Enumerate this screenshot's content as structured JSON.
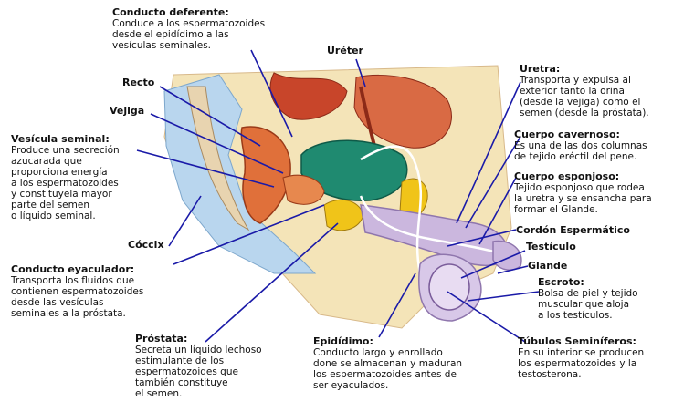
{
  "labels": {
    "conducto_deferente": {
      "title": "Conducto deferente:",
      "desc": "Conduce a los espermatozoides\ndesde el epidídimo a las\nvesículas seminales."
    },
    "ureter": {
      "title": "Uréter"
    },
    "recto": {
      "title": "Recto"
    },
    "vejiga": {
      "title": "Vejiga"
    },
    "vesicula_seminal": {
      "title": "Vesícula seminal:",
      "desc": "Produce una secreción\nazucarada que\nproporciona energía\na los espermatozoides\ny constituyela mayor\nparte del semen\no líquido seminal."
    },
    "coccix": {
      "title": "Cóccix"
    },
    "conducto_eyaculador": {
      "title": "Conducto eyaculador:",
      "desc": "Transporta los fluidos que\ncontienen espermatozoides\ndesde las vesículas\nseminales a la próstata."
    },
    "prostata": {
      "title": "Próstata:",
      "desc": "Secreta un líquido lechoso\nestimulante de los\nespermatozoides que\ntambién constituye\nel semen."
    },
    "epididimo": {
      "title": "Epidídimo:",
      "desc": "Conducto largo y enrollado\ndone se almacenan y maduran\nlos espermatozoides antes de\nser eyaculados."
    },
    "uretra": {
      "title": "Uretra:",
      "desc": "Transporta y expulsa al\nexterior tanto la orina\n(desde la vejiga) como el\nsemen (desde la próstata)."
    },
    "cuerpo_cavernoso": {
      "title": "Cuerpo cavernoso:",
      "desc": "Es una de las dos columnas\nde tejido eréctil del pene."
    },
    "cuerpo_esponjoso": {
      "title": "Cuerpo esponjoso:",
      "desc": "Tejido esponjoso que rodea\nla uretra y se ensancha para\nformar el Glande."
    },
    "cordon_espermatico": {
      "title": "Cordón Espermático"
    },
    "testiculo": {
      "title": "Testículo"
    },
    "glande": {
      "title": "Glande"
    },
    "escroto": {
      "title": "Escroto:",
      "desc": "Bolsa de piel y tejido\nmuscular que aloja\na los testículos."
    },
    "tubulos_seminiferos": {
      "title": "Túbulos Seminíferos:",
      "desc": "En su interior se producen\nlos espermatozoides y la\ntestosterona."
    }
  },
  "colors": {
    "background_tissue": "#f4e4b8",
    "pelvic_blue": "#b9d6ee",
    "muscle_red": "#c8452a",
    "rectum": "#e0703a",
    "bladder_green": "#1f8a70",
    "prostate_yellow": "#f0c419",
    "erectile_lavender": "#cbb7de",
    "leader_line": "#1a1aa8"
  }
}
